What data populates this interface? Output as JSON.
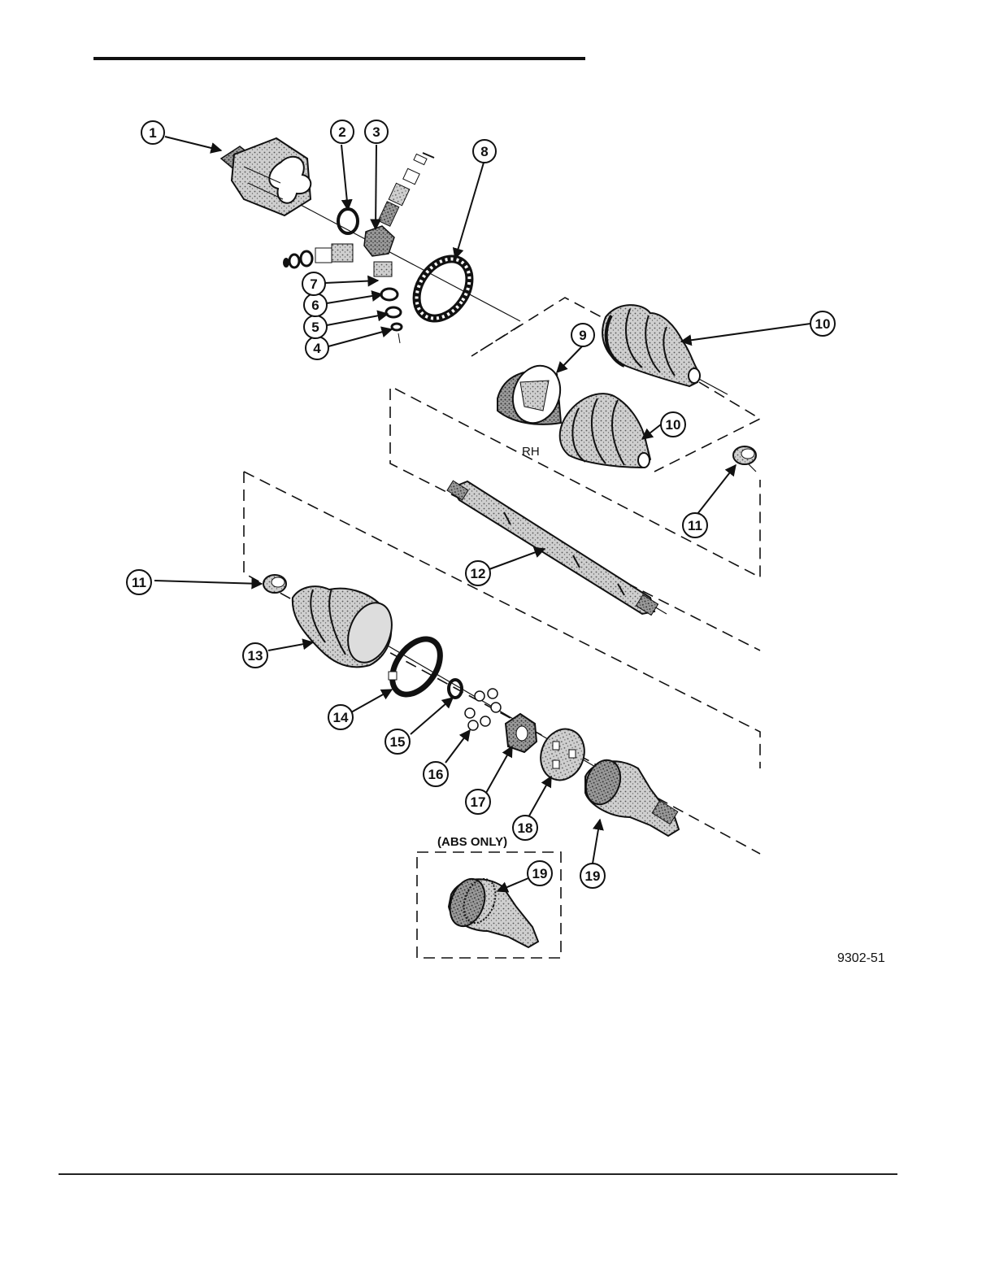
{
  "figure": {
    "figure_number": "9302-51",
    "side_label": "RH",
    "abs_label": "(ABS ONLY)"
  },
  "callouts": [
    "1",
    "2",
    "3",
    "4",
    "5",
    "6",
    "7",
    "8",
    "9",
    "10",
    "10",
    "11",
    "11",
    "12",
    "13",
    "14",
    "15",
    "16",
    "17",
    "18",
    "19",
    "19"
  ],
  "colors": {
    "ink": "#111111",
    "stipple": "#8a8a8a",
    "paper": "#ffffff"
  }
}
